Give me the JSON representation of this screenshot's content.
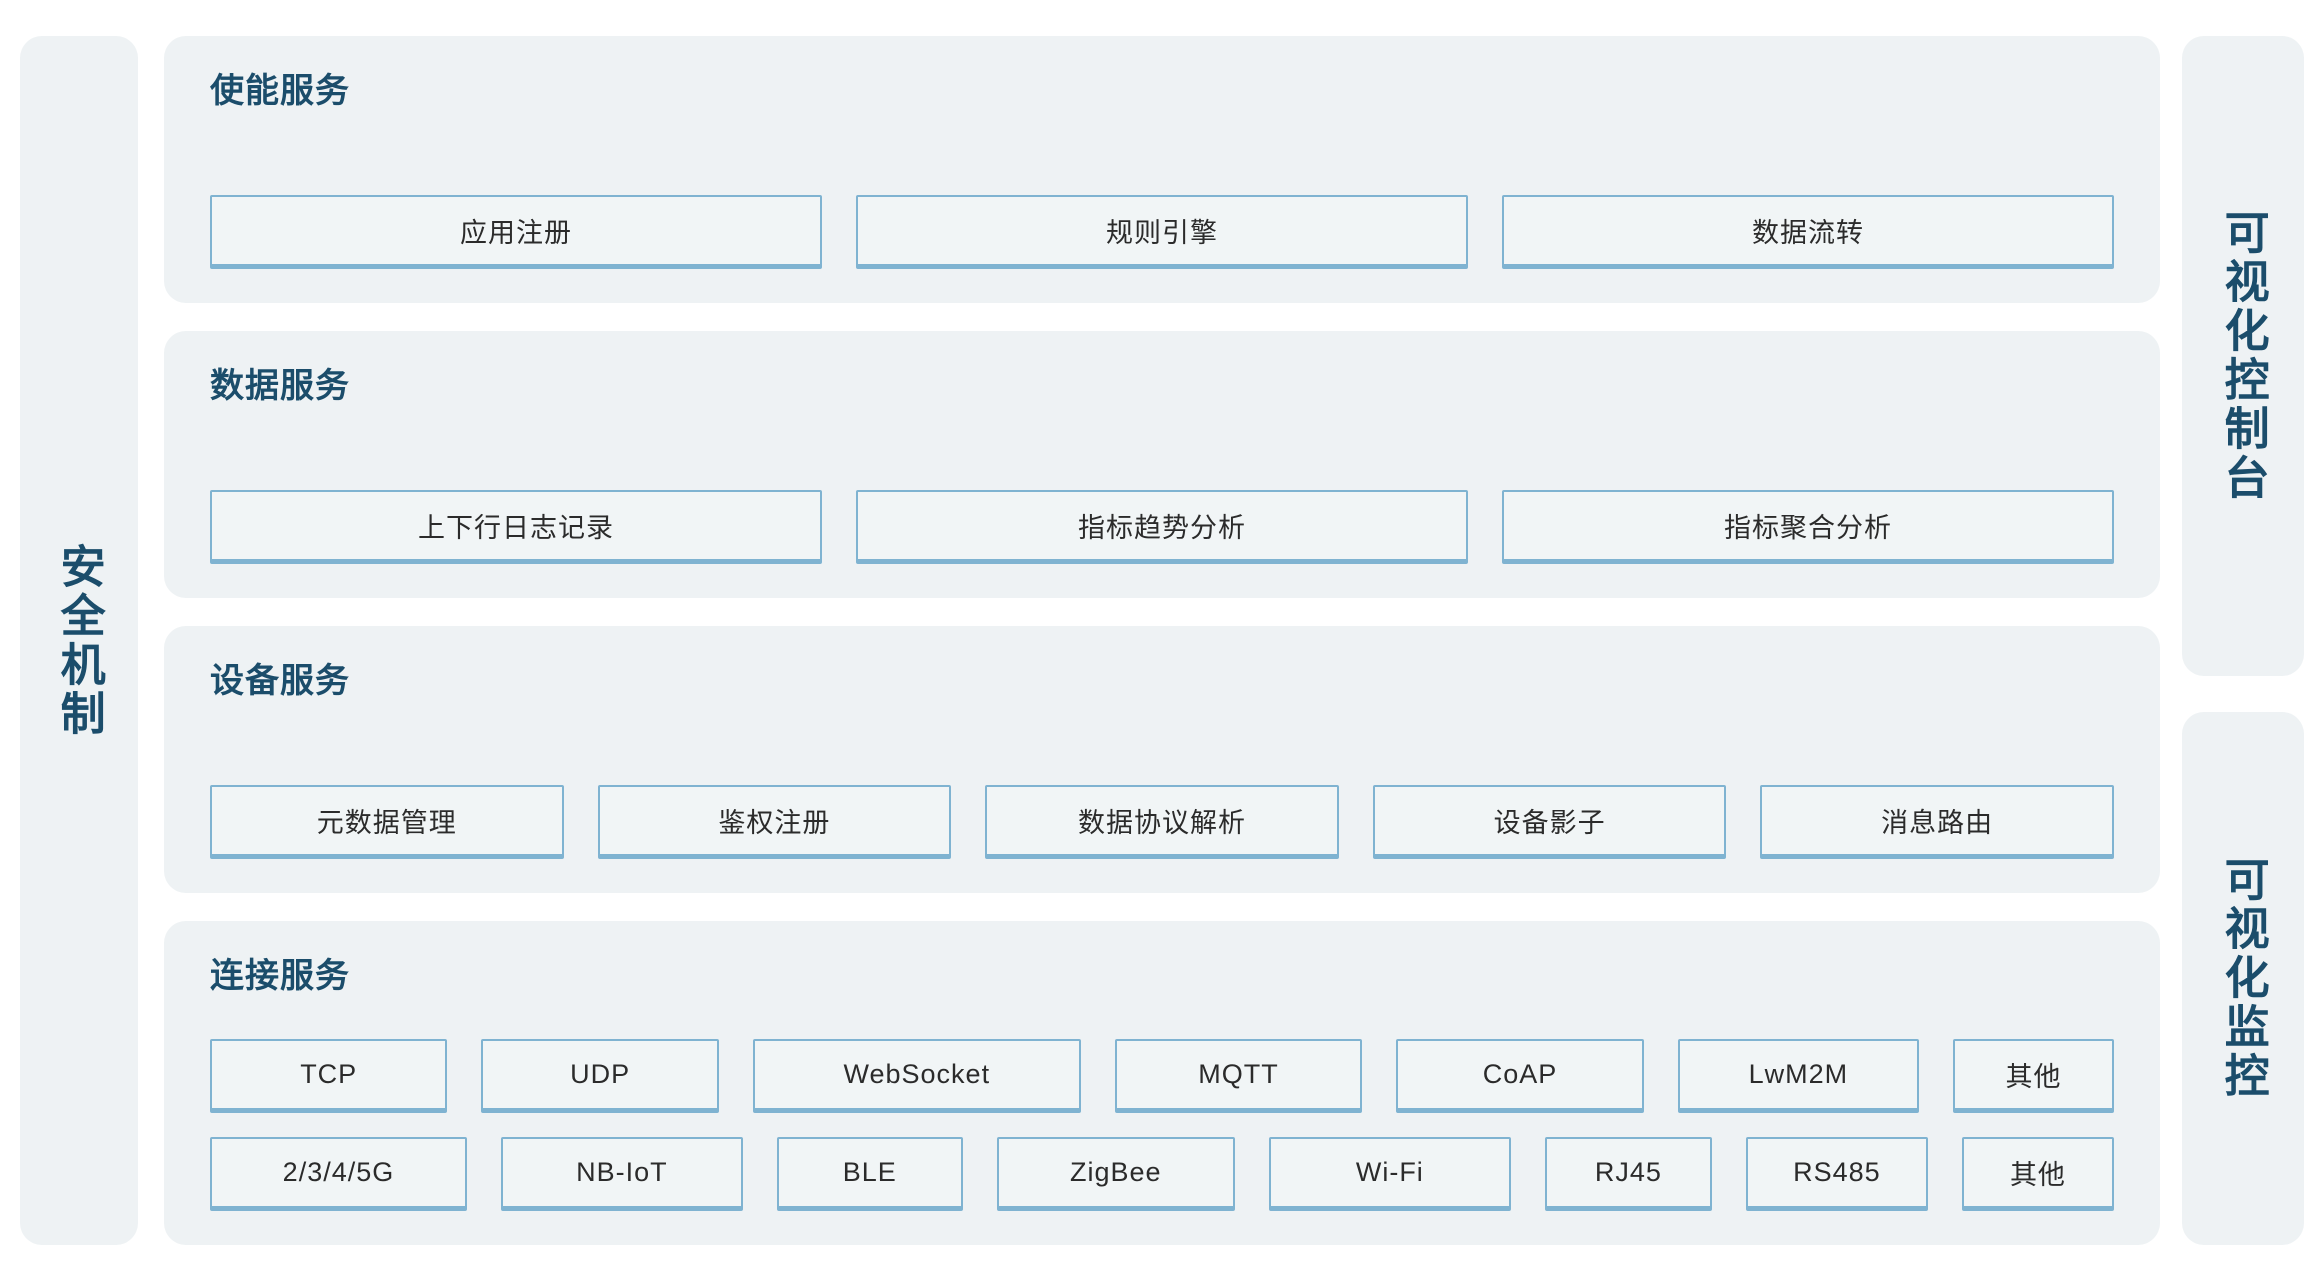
{
  "rails": {
    "left": {
      "label": "安全机制",
      "name": "security-mechanism-rail"
    },
    "right_top": {
      "label": "可视化控制台",
      "name": "visual-console-rail"
    },
    "right_bottom": {
      "label": "可视化监控",
      "name": "visual-monitoring-rail"
    }
  },
  "colors": {
    "panel_bg": "#eef2f4",
    "card_bg": "#f1f5f6",
    "card_border": "#7fb3d1",
    "title": "#1b4d6b",
    "card_text": "#2b2b2b",
    "page_bg": "#ffffff"
  },
  "sections": [
    {
      "title": "使能服务",
      "rows": [
        {
          "items": [
            "应用注册",
            "规则引擎",
            "数据流转"
          ]
        }
      ]
    },
    {
      "title": "数据服务",
      "rows": [
        {
          "items": [
            "上下行日志记录",
            "指标趋势分析",
            "指标聚合分析"
          ]
        }
      ]
    },
    {
      "title": "设备服务",
      "rows": [
        {
          "items": [
            "元数据管理",
            "鉴权注册",
            "数据协议解析",
            "设备影子",
            "消息路由"
          ]
        }
      ]
    },
    {
      "title": "连接服务",
      "rows": [
        {
          "items": [
            "TCP",
            "UDP",
            "WebSocket",
            "MQTT",
            "CoAP",
            "LwM2M",
            "其他"
          ]
        },
        {
          "items": [
            "2/3/4/5G",
            "NB-IoT",
            "BLE",
            "ZigBee",
            "Wi-Fi",
            "RJ45",
            "RS485",
            "其他"
          ]
        }
      ]
    }
  ]
}
